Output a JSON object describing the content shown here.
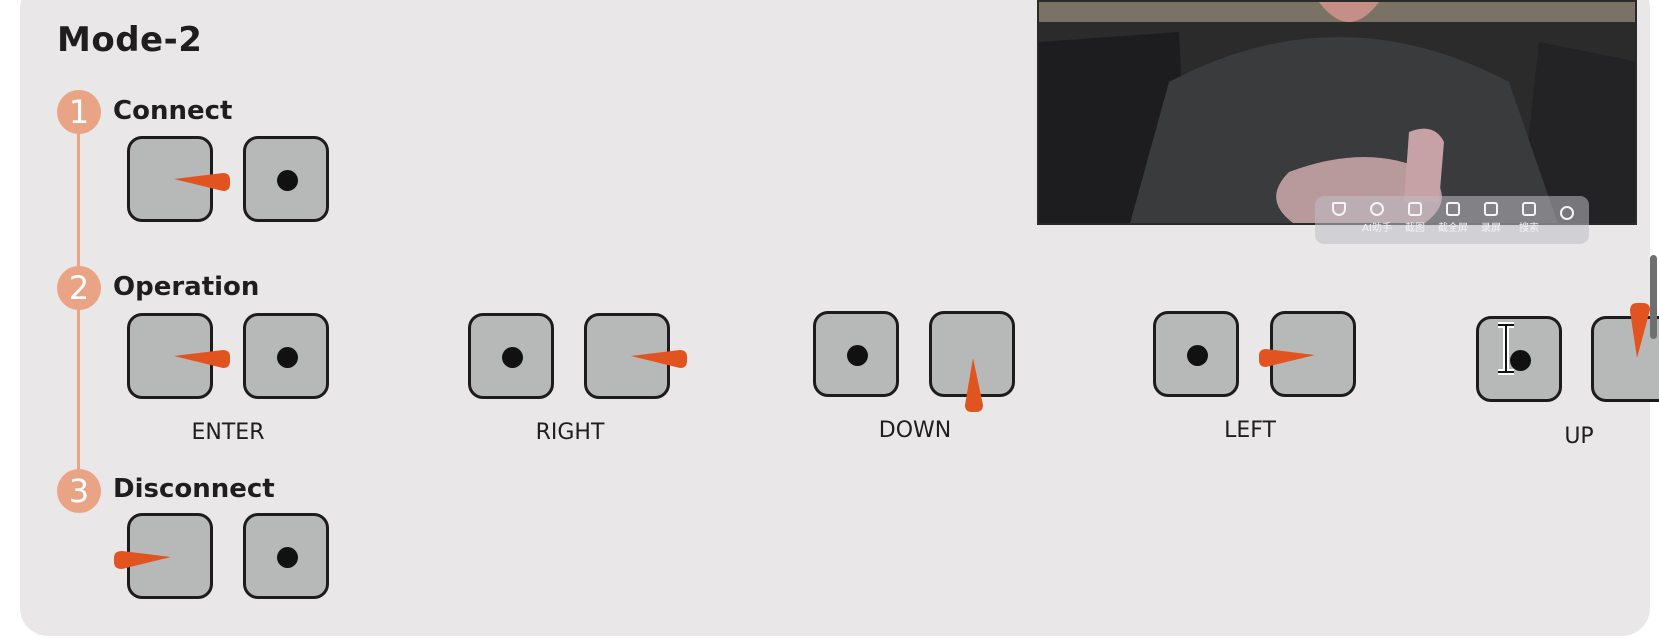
{
  "title": "Mode-2",
  "steps": [
    {
      "number": "1",
      "label": "Connect"
    },
    {
      "number": "2",
      "label": "Operation"
    },
    {
      "number": "3",
      "label": "Disconnect"
    }
  ],
  "captions": {
    "enter": "ENTER",
    "right": "RIGHT",
    "down": "DOWN",
    "left": "LEFT",
    "up": "UP"
  },
  "toolbar": {
    "items": [
      "AI助手",
      "截图",
      "截全屏",
      "录屏",
      "搜索"
    ]
  },
  "colors": {
    "card": "#e9e7e8",
    "badge": "#e9a485",
    "key": "#b7b8b8",
    "pointer": "#e2541f"
  }
}
